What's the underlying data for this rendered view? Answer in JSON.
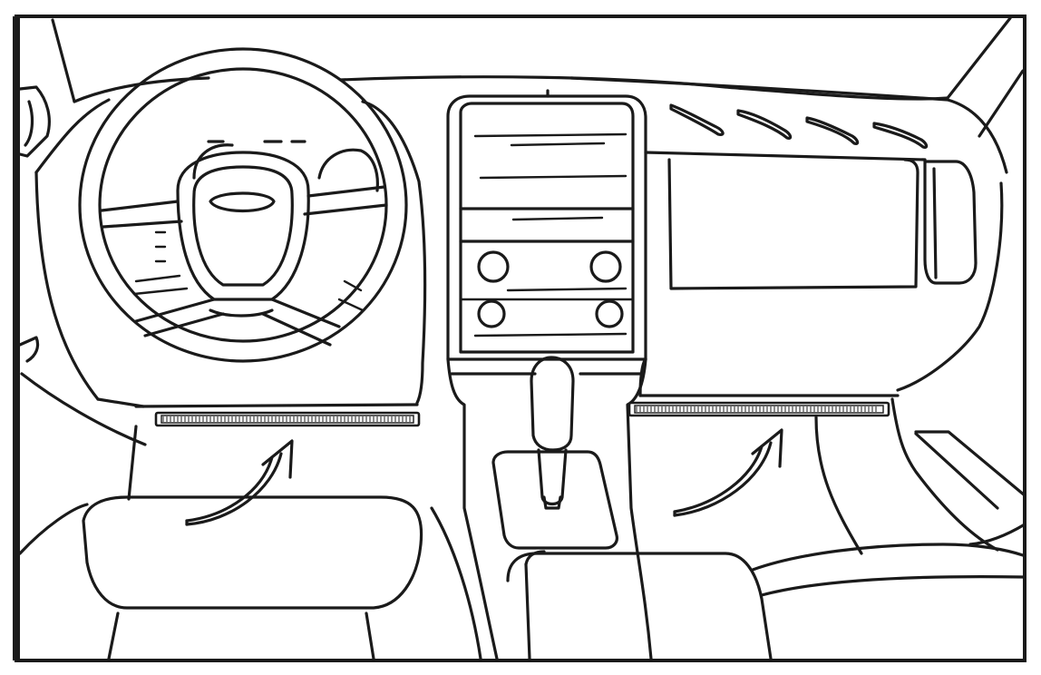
{
  "diagram": {
    "subject": "car-interior-dashboard-line-art",
    "components": [
      "steering-wheel",
      "instrument-cluster",
      "center-console",
      "gear-shifter",
      "passenger-dashboard",
      "driver-footwell-light-strip",
      "passenger-footwell-light-strip",
      "install-arrow-driver",
      "install-arrow-passenger"
    ],
    "strip_color": "#1a1a1a",
    "line_color": "#1a1a1a",
    "background_color": "#ffffff"
  }
}
